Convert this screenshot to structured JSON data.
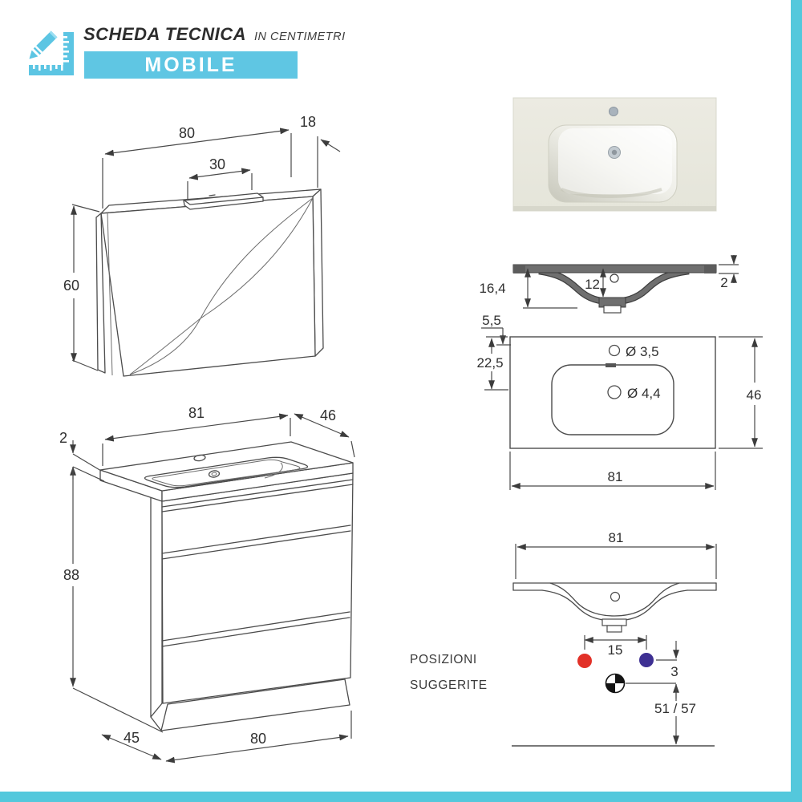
{
  "header": {
    "title": "SCHEDA TECNICA",
    "subtitle": "IN CENTIMETRI",
    "badge": "MOBILE",
    "accent_color": "#5fc6e3",
    "icon": "pencil-ruler-icon"
  },
  "mirror_view": {
    "width_cm": "80",
    "depth_cm": "18",
    "light_width_cm": "30",
    "height_cm": "60"
  },
  "vanity_view": {
    "top_width_cm": "81",
    "top_depth_cm": "46",
    "top_thickness_cm": "2",
    "height_cm": "88",
    "base_depth_cm": "45",
    "base_width_cm": "80"
  },
  "basin_section_view": {
    "total_height_cm": "16,4",
    "bowl_depth_cm": "12",
    "rim_thickness_cm": "2"
  },
  "basin_top_view": {
    "edge_offset_cm": "5,5",
    "front_offset_cm": "22,5",
    "faucet_hole": "Ø 3,5",
    "drain_hole": "Ø 4,4",
    "depth_cm": "46",
    "width_cm": "81"
  },
  "connections_view": {
    "width_cm": "81",
    "supply_spacing_cm": "15",
    "offset_cm": "3",
    "drain_height_cm": "51 / 57",
    "label_line1": "POSIZIONI",
    "label_line2": "SUGGERITE",
    "hot_color": "#e23128",
    "cold_color": "#3e3093"
  }
}
